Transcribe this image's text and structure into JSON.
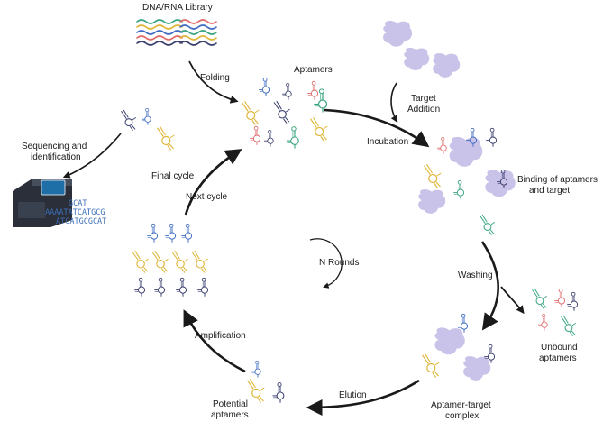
{
  "labels": {
    "library": "DNA/RNA Library",
    "folding": "Folding",
    "aptamers": "Aptamers",
    "target_addition_1": "Target",
    "target_addition_2": "Addition",
    "incubation": "Incubation",
    "binding_1": "Binding of aptamers",
    "binding_2": "and target",
    "washing": "Washing",
    "unbound_1": "Unbound",
    "unbound_2": "aptamers",
    "complex_1": "Aptamer-target",
    "complex_2": "complex",
    "elution": "Elution",
    "potential_1": "Potential",
    "potential_2": "aptamers",
    "amplification": "Amplification",
    "next_cycle": "Next cycle",
    "final_cycle": "Final cycle",
    "sequencing_1": "Sequencing and",
    "sequencing_2": "identification",
    "n_rounds": "N Rounds"
  },
  "sequencer_text": {
    "line1": "GCAT",
    "line2": "AAAATATCATGCG",
    "line3": "ATCATGCGCAT"
  },
  "colors": {
    "target": "#c9c3ea",
    "blue": "#3f6cc2",
    "red": "#e06a6a",
    "yellow": "#e0b63a",
    "green": "#3aa57e",
    "navy": "#3a3f6e",
    "arrow": "#1a1a1a"
  }
}
